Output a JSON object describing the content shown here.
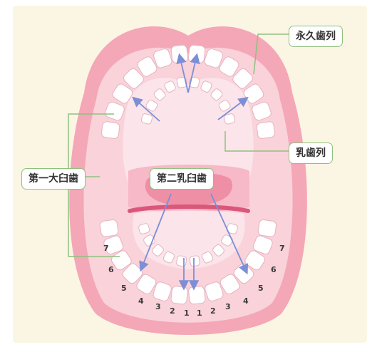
{
  "labels": {
    "permanent_teeth": "永久歯列",
    "primary_teeth": "乳歯列",
    "first_molar": "第一大臼歯",
    "second_primary_molar": "第二乳臼歯"
  },
  "permanent_numbers_left": [
    "7",
    "6",
    "5",
    "4",
    "3",
    "2",
    "1"
  ],
  "permanent_numbers_right": [
    "1",
    "2",
    "3",
    "4",
    "5",
    "6",
    "7"
  ],
  "colors": {
    "lips": "#f4a7b7",
    "gum": "#fad2da",
    "mouth_interior": "#fbe4ea",
    "throat": "#f7b8c7",
    "tongue": "#ee8fa6",
    "connector_line": "#8fc17e",
    "arrow": "#7c8fd6",
    "tooth": "#ffffff",
    "background": "#fbf6e4"
  }
}
